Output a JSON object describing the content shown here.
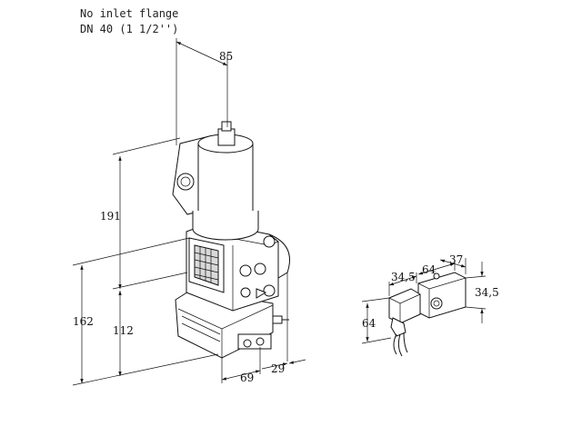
{
  "notes": {
    "line1": "No inlet flange",
    "line2": "DN 40 (1 1/2'')"
  },
  "dimensions": {
    "top_width": "85",
    "upper_height": "191",
    "total_height": "162",
    "lower_height": "112",
    "bottom_width": "69",
    "side_offset": "29",
    "plug_width_a": "34,5",
    "plug_width_b": "64",
    "plug_depth": "37",
    "plug_height_right": "34,5",
    "plug_height_left": "64"
  }
}
